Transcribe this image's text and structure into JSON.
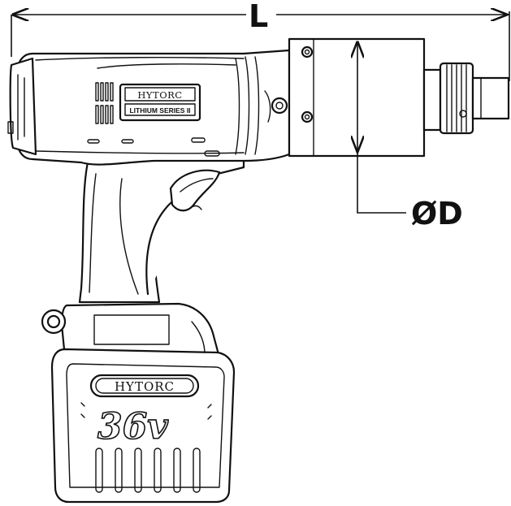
{
  "dimensions": {
    "length_label": "L",
    "diameter_label": "ØD"
  },
  "tool": {
    "body_brand": "HYTORC",
    "series_label": "LITHIUM SERIES II"
  },
  "battery": {
    "brand": "HYTORC",
    "voltage": "36v"
  }
}
